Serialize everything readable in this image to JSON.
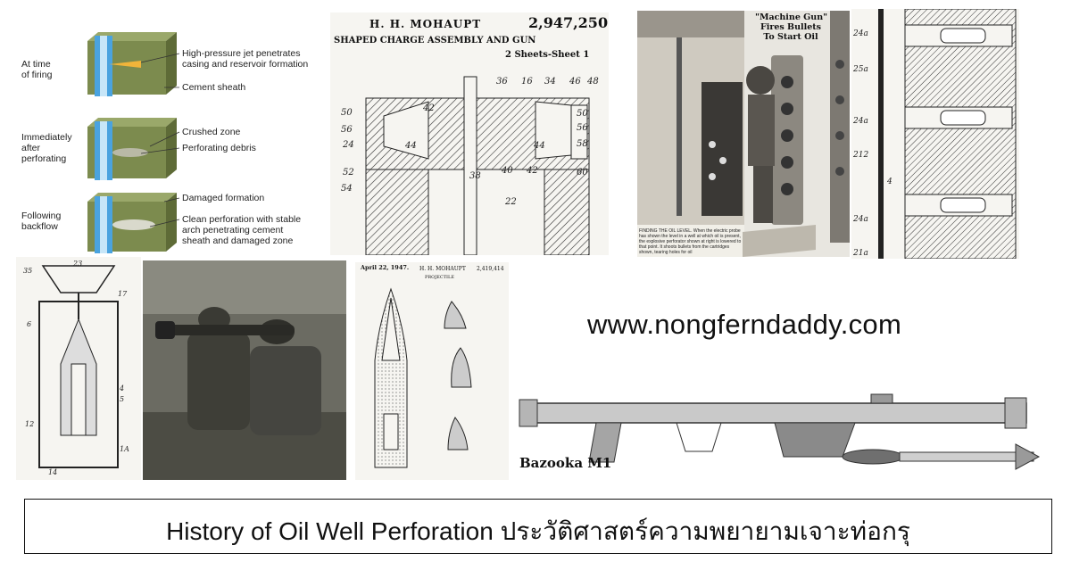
{
  "diagram_stages": [
    {
      "stage": "At time\nof firing",
      "notes": [
        "High-pressure jet penetrates\ncasing and reservoir formation",
        "Cement sheath"
      ]
    },
    {
      "stage": "Immediately\nafter\nperforating",
      "notes": [
        "Crushed zone",
        "Perforating debris"
      ]
    },
    {
      "stage": "Following\nbackflow",
      "notes": [
        "Damaged formation",
        "Clean perforation with stable\narch penetrating cement\nsheath and damaged zone"
      ]
    }
  ],
  "patent_main": {
    "inventor": "H. H. MOHAUPT",
    "number": "2,947,250",
    "title": "SHAPED CHARGE ASSEMBLY AND GUN",
    "sheet": "2 Sheets-Sheet 1"
  },
  "patent_projectile": {
    "date": "April 22, 1947.",
    "inventor": "H. H. MOHAUPT",
    "number": "2,419,414",
    "subtitle": "PROJECTILE"
  },
  "magazine": {
    "headline": "\"Machine Gun\"\nFires Bullets\nTo Start Oil",
    "caption": "FINDING THE OIL LEVEL. When the electric probe has shown the level in a well at which oil is present, the explosive perforator shown at right is lowered to that point. It shoots bullets from the cartridges shown, tearing holes for oil"
  },
  "bazooka_label": "Bazooka M1",
  "site_url": "www.nongferndaddy.com",
  "caption": {
    "english": "History of Oil Well Perforation",
    "thai": "ประวัติศาสตร์ความพยายามเจาะท่อกรุ"
  },
  "colors": {
    "formation": "#7c8b4e",
    "casing": "#4aa3df",
    "caption_border": "#111111"
  }
}
